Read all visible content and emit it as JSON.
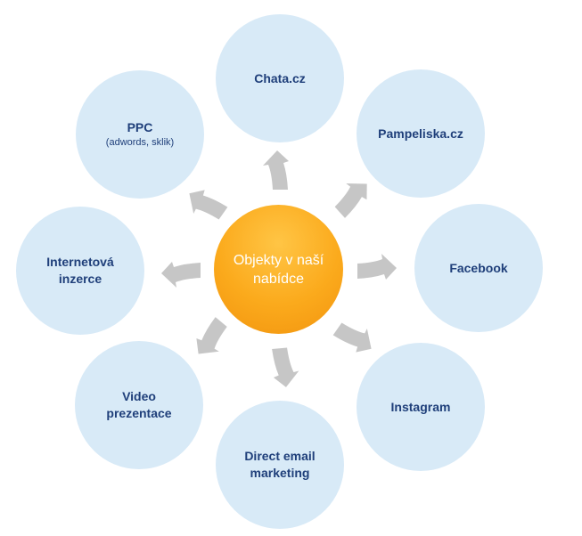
{
  "center": {
    "line1": "Objekty v naší",
    "line2": "nabídce"
  },
  "nodes": {
    "chata": {
      "line1": "Chata.cz"
    },
    "pampeliska": {
      "line1": "Pampeliska.cz"
    },
    "facebook": {
      "line1": "Facebook"
    },
    "instagram": {
      "line1": "Instagram"
    },
    "email": {
      "line1": "Direct email",
      "line2": "marketing"
    },
    "video": {
      "line1": "Video",
      "line2": "prezentace"
    },
    "internet": {
      "line1": "Internetová",
      "line2": "inzerce"
    },
    "ppc": {
      "line1": "PPC",
      "line2": "(adwords, sklik)"
    }
  },
  "colors": {
    "outer_circle": "#d8eaf7",
    "outer_text": "#1f3f7a",
    "center_circle": "#fbaa1c",
    "center_text": "#ffffff",
    "arrow": "#c4c4c4"
  }
}
